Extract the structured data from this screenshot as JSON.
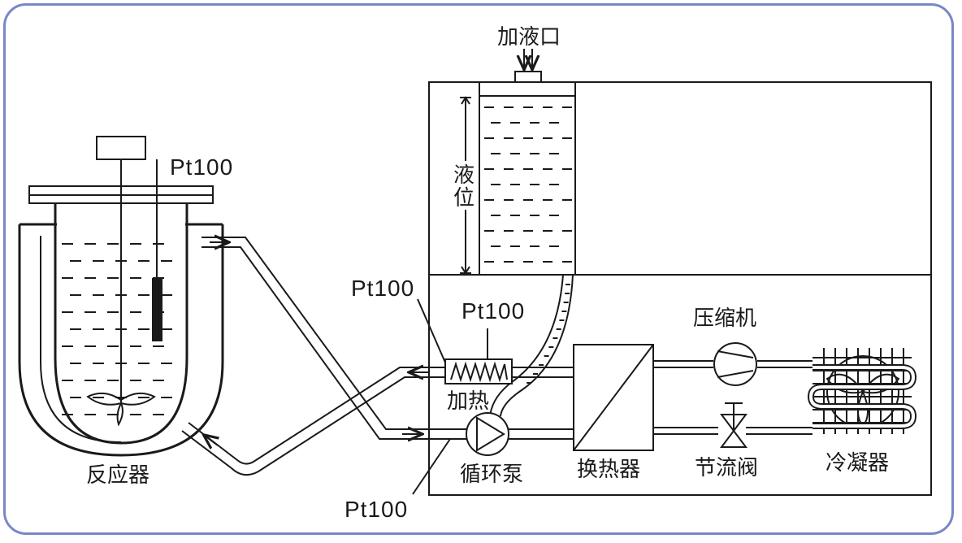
{
  "labels": {
    "fill_port": "加液口",
    "liquid_level": "液位",
    "reactor": "反应器",
    "heater": "加热",
    "pump": "循环泵",
    "heat_exchanger": "换热器",
    "compressor": "压缩机",
    "throttle_valve": "节流阀",
    "condenser": "冷凝器",
    "sensor_reactor": "Pt100",
    "sensor_outlet": "Pt100",
    "sensor_heater": "Pt100",
    "sensor_return": "Pt100"
  },
  "colors": {
    "frame_border": "#7b86c8",
    "line": "#1a1a1a",
    "background": "#ffffff"
  },
  "icons": [
    "pump-icon",
    "compressor-icon",
    "throttle-valve-icon",
    "condenser-coil-icon",
    "heater-coil-icon",
    "stirrer-icon"
  ]
}
